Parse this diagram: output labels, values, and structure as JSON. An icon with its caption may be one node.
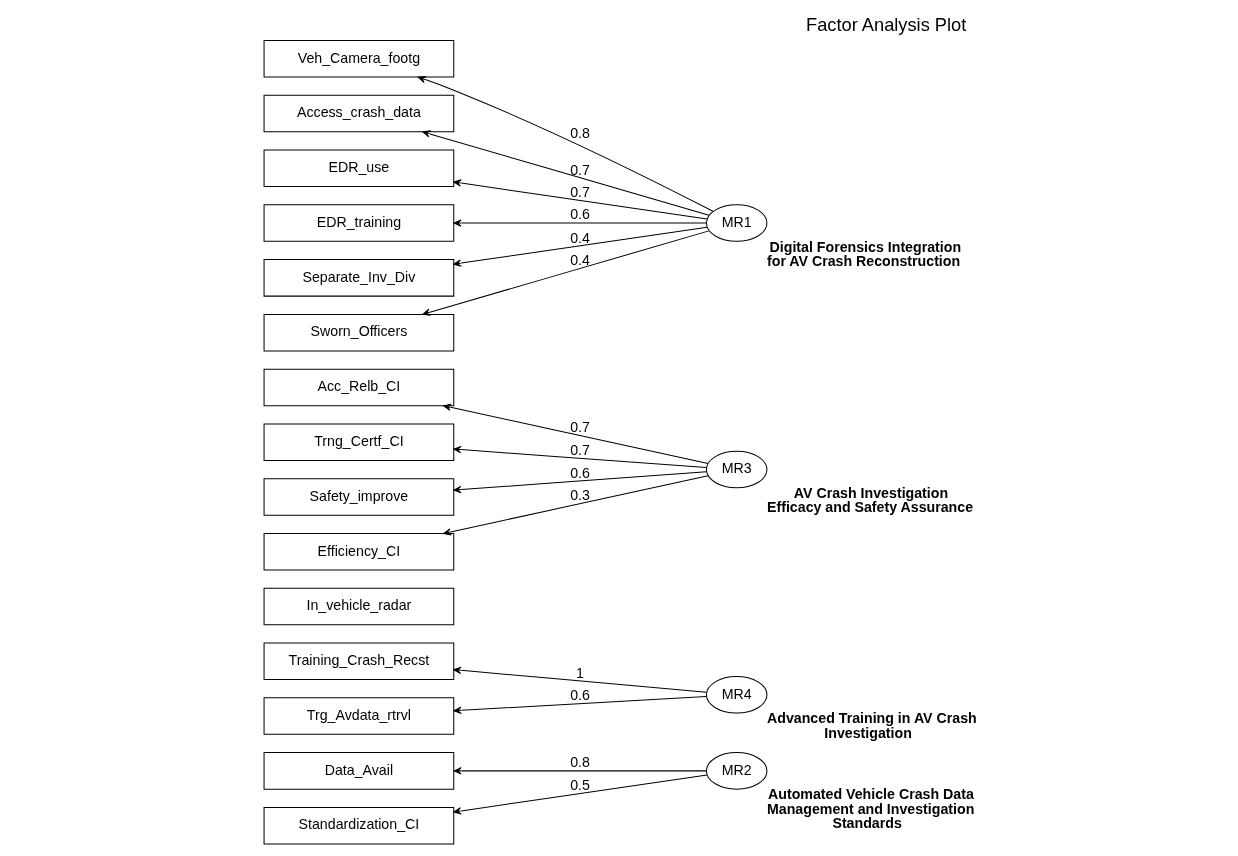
{
  "diagram": {
    "title": "Factor Analysis Plot",
    "nodes": [
      {
        "text": [
          "Veh_Camera_footg"
        ]
      },
      {
        "text": [
          "Access_crash_data"
        ]
      },
      {
        "text": [
          "EDR_use"
        ]
      },
      {
        "text": [
          "EDR_training"
        ]
      },
      {
        "text": [
          "Separate_Inv_Div"
        ]
      },
      {
        "text": [
          "Sworn_Officers"
        ]
      },
      {
        "text": [
          "Acc_Relb_CI"
        ]
      },
      {
        "text": [
          "Trng_Certf_CI"
        ]
      },
      {
        "text": [
          "Safety_improve"
        ]
      },
      {
        "text": [
          "Efficiency_CI"
        ]
      },
      {
        "text": [
          "In_vehicle_radar"
        ]
      },
      {
        "text": [
          "Training_Crash_Recst"
        ]
      },
      {
        "text": [
          "Trg_Avdata_rtrvl"
        ]
      },
      {
        "text": [
          "Data_Avail"
        ]
      },
      {
        "text": [
          "Standardization_CI"
        ]
      },
      {
        "text": [
          "MR1"
        ],
        "beside": [
          "Digital Forensics Integration for AV Crash Reconstruction"
        ]
      },
      {
        "text": [
          "MR3"
        ],
        "beside": [
          "AV Crash Investigation Efficacy and Safety Assurance"
        ]
      },
      {
        "text": [
          "MR4"
        ],
        "beside": [
          "Advanced Training in AV Crash Investigation"
        ]
      },
      {
        "text": [
          "MR2"
        ],
        "beside": [
          "Automated Vehicle Crash Data Management and Investigation Standards"
        ]
      }
    ],
    "edges": [
      {
        "from": 15,
        "to": 0,
        "arrow": "to",
        "label": "0.8"
      },
      {
        "from": 15,
        "to": 1,
        "arrow": "to",
        "label": "0.7"
      },
      {
        "from": 15,
        "to": 2,
        "arrow": "to",
        "label": "0.7"
      },
      {
        "from": 15,
        "to": 3,
        "arrow": "to",
        "label": "0.6"
      },
      {
        "from": 15,
        "to": 4,
        "arrow": "to",
        "label": "0.4"
      },
      {
        "from": 15,
        "to": 5,
        "arrow": "to",
        "label": "0.4"
      },
      {
        "from": 16,
        "to": 6,
        "arrow": "to",
        "label": "0.7"
      },
      {
        "from": 16,
        "to": 7,
        "arrow": "to",
        "label": "0.7"
      },
      {
        "from": 16,
        "to": 8,
        "arrow": "to",
        "label": "0.6"
      },
      {
        "from": 16,
        "to": 9,
        "arrow": "to",
        "label": "0.3"
      },
      {
        "from": 17,
        "to": 11,
        "arrow": "to",
        "label": "1"
      },
      {
        "from": 17,
        "to": 12,
        "arrow": "to",
        "label": "0.6"
      },
      {
        "from": 18,
        "to": 13,
        "arrow": "to",
        "label": "0.8"
      },
      {
        "from": 18,
        "to": 14,
        "arrow": "to",
        "label": "0.5"
      }
    ]
  }
}
